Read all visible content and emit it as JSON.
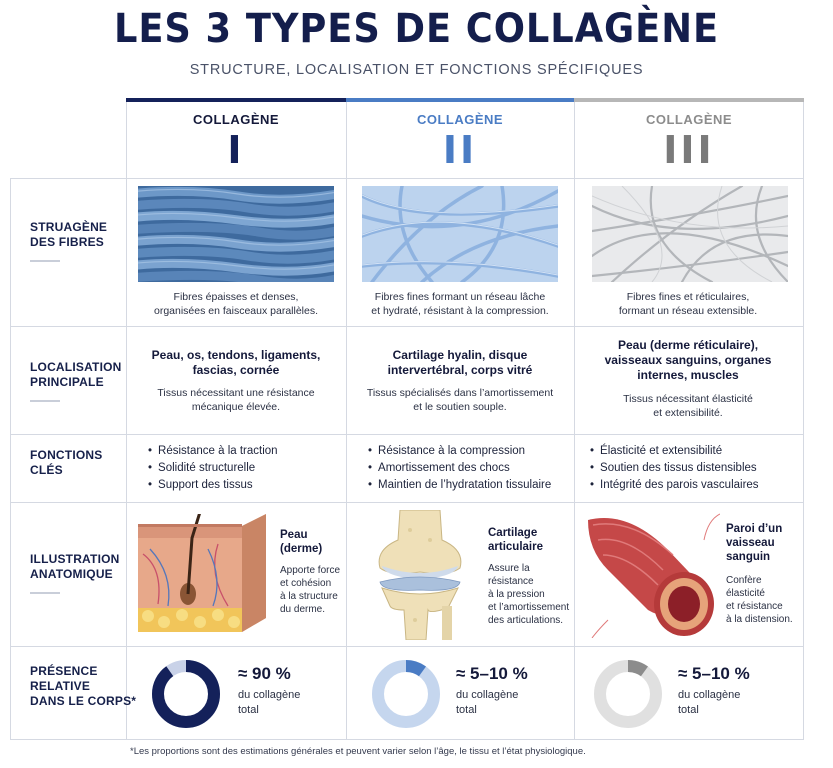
{
  "title": "LES 3 TYPES DE COLLAGÈNE",
  "subtitle": "STRUCTURE, LOCALISATION ET FONCTIONS SPÉCIFIQUES",
  "colors": {
    "type1": "#14215a",
    "type2": "#4a7cc4",
    "type3": "#9a9a9a",
    "grid": "#d5d9e2"
  },
  "columns": [
    {
      "name": "COLLAGÈNE",
      "roman": "I",
      "fibre_caption": [
        "Fibres épaisses et denses,",
        "organisées en faisceaux parallèles."
      ],
      "loc_bold": [
        "Peau, os, tendons, ligaments,",
        "fascias, cornée"
      ],
      "loc_sub": [
        "Tissus nécessitant une résistance",
        "mécanique élevée."
      ],
      "functions": [
        "Résistance à la traction",
        "Solidité structurelle",
        "Support des tissus"
      ],
      "anat_title": [
        "Peau",
        "(derme)"
      ],
      "anat_text": [
        "Apporte force",
        "et cohésion",
        "à la structure",
        "du derme."
      ],
      "pct": "≈ 90 %",
      "pct_sub": [
        "du collagène",
        "total"
      ],
      "fraction": 0.9
    },
    {
      "name": "COLLAGÈNE",
      "roman": "II",
      "fibre_caption": [
        "Fibres fines formant un réseau lâche",
        "et hydraté, résistant à la compression."
      ],
      "loc_bold": [
        "Cartilage hyalin, disque",
        "intervertébral, corps vitré"
      ],
      "loc_sub": [
        "Tissus spécialisés dans l’amortissement",
        "et le soutien souple."
      ],
      "functions": [
        "Résistance à la compression",
        "Amortissement des chocs",
        "Maintien de l’hydratation tissulaire"
      ],
      "anat_title": [
        "Cartilage",
        "articulaire"
      ],
      "anat_text": [
        "Assure la",
        "résistance",
        "à la pression",
        "et l’amortissement",
        "des articulations."
      ],
      "pct": "≈ 5–10 %",
      "pct_sub": [
        "du collagène",
        "total"
      ],
      "fraction": 0.1
    },
    {
      "name": "COLLAGÈNE",
      "roman": "III",
      "fibre_caption": [
        "Fibres fines et réticulaires,",
        "formant un réseau extensible."
      ],
      "loc_bold": [
        "Peau (derme réticulaire),",
        "vaisseaux sanguins, organes",
        "internes, muscles"
      ],
      "loc_sub": [
        "Tissus nécessitant élasticité",
        "et extensibilité."
      ],
      "functions": [
        "Élasticité et extensibilité",
        "Soutien des tissus distensibles",
        "Intégrité des parois vasculaires"
      ],
      "anat_title": [
        "Paroi d’un",
        "vaisseau",
        "sanguin"
      ],
      "anat_text": [
        "Confère",
        "élasticité",
        "et résistance",
        "à la distension."
      ],
      "pct": "≈ 5–10 %",
      "pct_sub": [
        "du collagène",
        "total"
      ],
      "fraction": 0.1
    }
  ],
  "rows": [
    {
      "label": [
        "STRUAGÈNE",
        "DES FIBRES"
      ]
    },
    {
      "label": [
        "LOCALISATION",
        "PRINCIPALE"
      ]
    },
    {
      "label": [
        "FONCTIONS",
        "CLÉS"
      ]
    },
    {
      "label": [
        "ILLUSTRATION",
        "ANATOMIQUE"
      ]
    },
    {
      "label": [
        "PRÉSENCE",
        "RELATIVE",
        "DANS LE CORPS*"
      ]
    }
  ],
  "footnote": "*Les proportions sont des estimations générales et peuvent varier selon l’âge, le tissu et l’état physiologique."
}
